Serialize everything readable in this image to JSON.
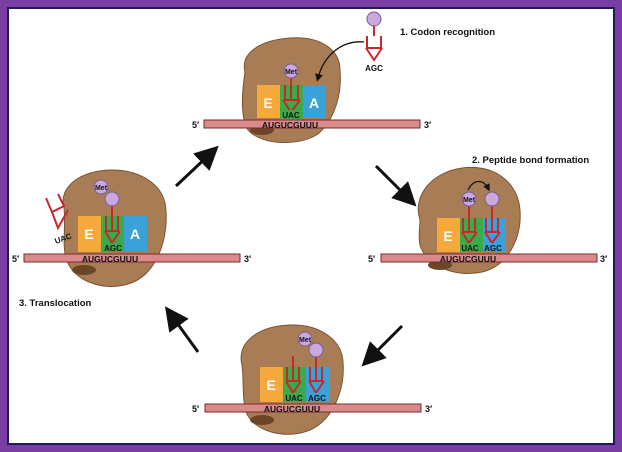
{
  "colors": {
    "frame": "#7a3ea3",
    "ribosome": "#a87d55",
    "ribosome_dark": "#6b4526",
    "mrna": "#d98a8a",
    "mrna_edge": "#7a2b2b",
    "e_site": "#f4a93a",
    "p_site": "#3aaa4a",
    "a_site": "#3aa2d8",
    "trna": "#c8282c",
    "amino_acid": "#c9a8e0"
  },
  "steps": {
    "step1": "1.  Codon recognition",
    "step2": "2.  Peptide bond formation",
    "step3": "3. Translocation"
  },
  "mrna": {
    "five_prime": "5′",
    "three_prime": "3′",
    "sequence": "AUGUCGUUU"
  },
  "sites": {
    "e": "E",
    "a": "A"
  },
  "amino_acid_label": "Met",
  "anticodons": {
    "met_trna": "UAC",
    "ser_trna": "AGC"
  }
}
